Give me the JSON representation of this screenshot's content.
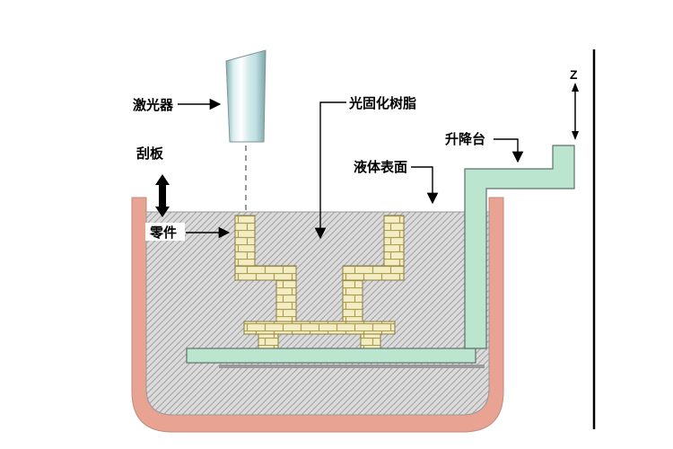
{
  "diagram": {
    "labels": {
      "laser": "激光器",
      "scraper": "刮板",
      "resin": "光固化树脂",
      "surface": "液体表面",
      "platform": "升降台",
      "part": "零件",
      "z_axis": "Z"
    },
    "colors": {
      "tank": "#e9a392",
      "liquid_bg": "#dbdbdb",
      "liquid_hatch": "#a4a4a4",
      "part_fill": "#f3edc3",
      "part_line": "#b19e55",
      "platform_fill": "#bce5d0",
      "laser_body": "#bfdfe1"
    }
  }
}
